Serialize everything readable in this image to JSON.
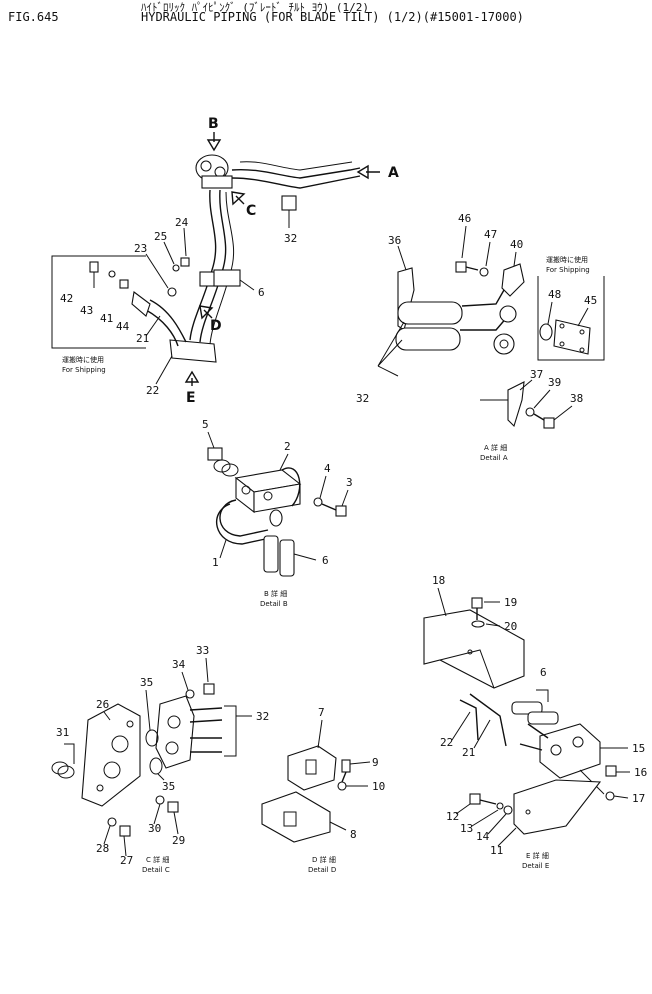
{
  "header": {
    "fig": "FIG.645",
    "title_jp": "ﾊｲﾄﾞﾛﾘｯｸ ﾊﾟｲﾋﾟﾝｸﾞ (ﾌﾞﾚｰﾄﾞ ﾁﾙﾄ ﾖｳ) (1/2)",
    "title_en": "HYDRAULIC PIPING (FOR BLADE TILT) (1/2)(#15001-17000)"
  },
  "view_arrows": [
    "B",
    "A",
    "C",
    "D",
    "E"
  ],
  "shipping_note": {
    "jp": "運搬時に使用",
    "en": "For Shipping"
  },
  "details": {
    "a": {
      "jp": "A 詳 細",
      "en": "Detail A"
    },
    "b": {
      "jp": "B 詳 細",
      "en": "Detail B"
    },
    "c": {
      "jp": "C 詳 細",
      "en": "Detail C"
    },
    "d": {
      "jp": "D 詳 細",
      "en": "Detail D"
    },
    "e": {
      "jp": "E 詳 細",
      "en": "Detail E"
    }
  },
  "callouts": {
    "main": [
      "24",
      "25",
      "23",
      "42",
      "43",
      "41",
      "44",
      "21",
      "22",
      "6",
      "32"
    ],
    "detail_a": [
      "36",
      "46",
      "47",
      "40",
      "48",
      "45",
      "32",
      "37",
      "39",
      "38"
    ],
    "detail_b": [
      "5",
      "2",
      "4",
      "3",
      "1",
      "6"
    ],
    "detail_c": [
      "33",
      "34",
      "35",
      "26",
      "32",
      "31",
      "35",
      "30",
      "29",
      "28",
      "27"
    ],
    "detail_d": [
      "7",
      "9",
      "10",
      "8"
    ],
    "detail_e": [
      "18",
      "19",
      "20",
      "6",
      "22",
      "21",
      "15",
      "16",
      "17",
      "12",
      "13",
      "14",
      "11"
    ]
  }
}
